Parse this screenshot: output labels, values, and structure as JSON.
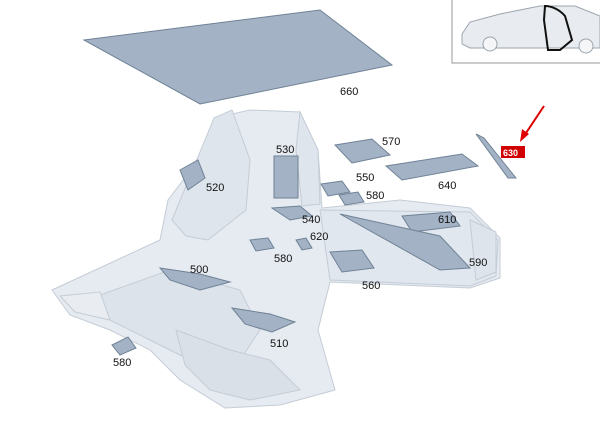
{
  "colors": {
    "body_fill": "#e6ebf1",
    "body_stroke": "#c4ccd6",
    "pad_fill": "#a3b2c4",
    "pad_stroke": "#6f8296",
    "highlight": "#d10000",
    "arrow": "#e10000"
  },
  "parts": {
    "p500": "500",
    "p510": "510",
    "p520": "520",
    "p530": "530",
    "p540": "540",
    "p550": "550",
    "p560": "560",
    "p570": "570",
    "p580_a": "580",
    "p580_b": "580",
    "p580_c": "580",
    "p590": "590",
    "p610": "610",
    "p620": "620",
    "p640": "640",
    "p660": "660",
    "p630": "630"
  },
  "highlighted_part": "630",
  "inset": {
    "icon": "car-side-icon"
  }
}
